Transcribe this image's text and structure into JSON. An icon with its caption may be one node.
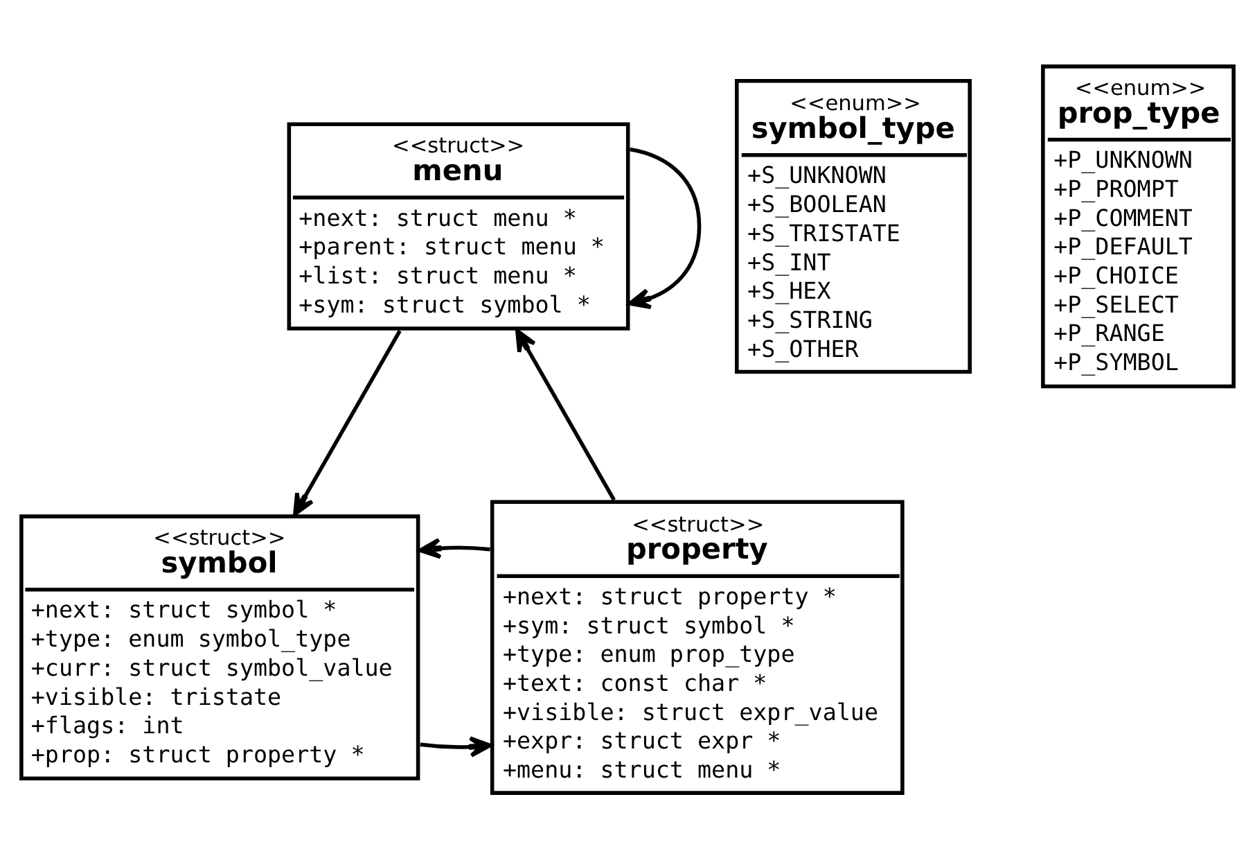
{
  "diagram": {
    "nodes": [
      {
        "text": [
          "<<struct>>",
          "menu",
          "+next: struct menu *",
          "+parent: struct menu *",
          "+list: struct menu *",
          "+sym: struct symbol *"
        ]
      },
      {
        "text": [
          "<<enum>>",
          "symbol_type",
          "+S_UNKNOWN",
          "+S_BOOLEAN",
          "+S_TRISTATE",
          "+S_INT",
          "+S_HEX",
          "+S_STRING",
          "+S_OTHER"
        ]
      },
      {
        "text": [
          "<<enum>>",
          "prop_type",
          "+P_UNKNOWN",
          "+P_PROMPT",
          "+P_COMMENT",
          "+P_DEFAULT",
          "+P_CHOICE",
          "+P_SELECT",
          "+P_RANGE",
          "+P_SYMBOL"
        ]
      },
      {
        "text": [
          "<<struct>>",
          "symbol",
          "+next: struct symbol *",
          "+type: enum symbol_type",
          "+curr: struct symbol_value",
          "+visible: tristate",
          "+flags: int",
          "+prop: struct property *"
        ]
      },
      {
        "text": [
          "<<struct>>",
          "property",
          "+next: struct property *",
          "+sym: struct symbol *",
          "+type: enum prop_type",
          "+text: const char *",
          "+visible: struct expr_value",
          "+expr: struct expr *",
          "+menu: struct menu *"
        ]
      }
    ],
    "edges": [
      {
        "from": 0,
        "to": 0,
        "arrow": "to"
      },
      {
        "from": 0,
        "to": 3,
        "arrow": "to"
      },
      {
        "from": 4,
        "to": 0,
        "arrow": "to"
      },
      {
        "from": 3,
        "to": 4,
        "arrow": "to"
      },
      {
        "from": 4,
        "to": 3,
        "arrow": "to"
      }
    ]
  }
}
